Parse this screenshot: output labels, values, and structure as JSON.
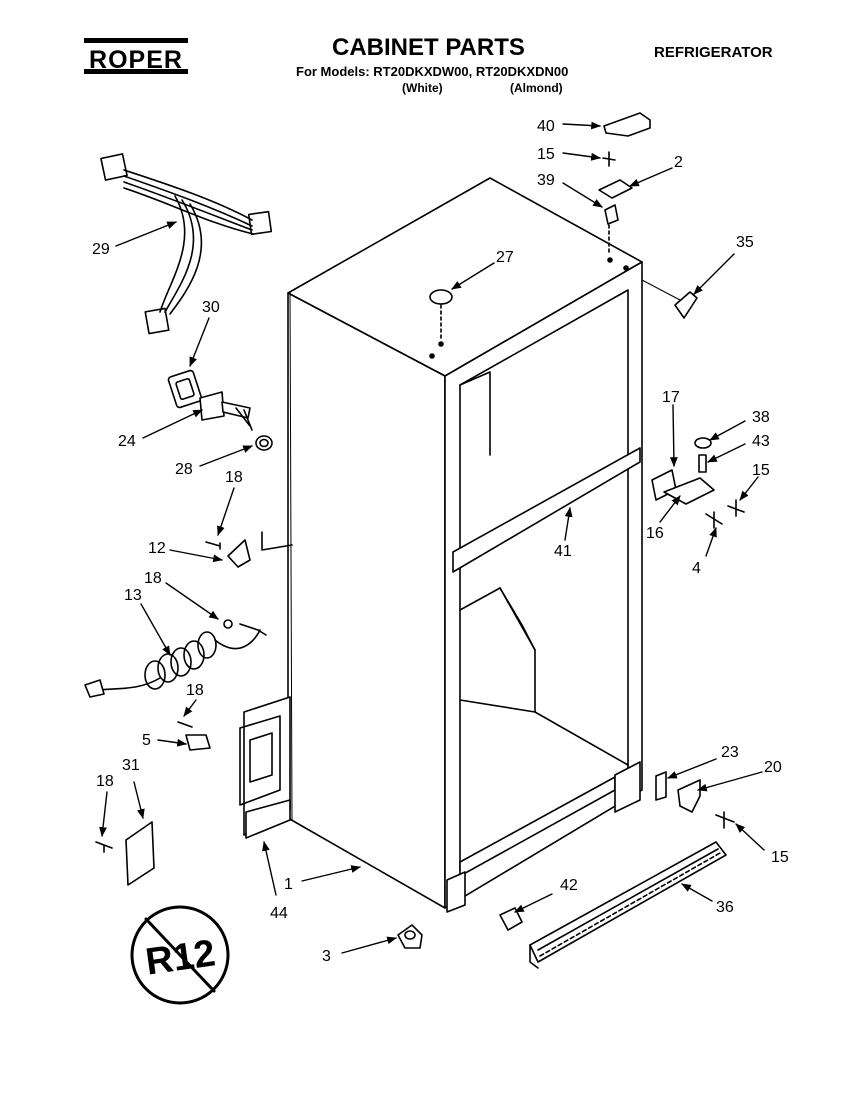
{
  "header": {
    "brand": "ROPER",
    "title": "CABINET PARTS",
    "models_line": "For Models: RT20DKXDW00, RT20DKXDN00",
    "variant_white": "(White)",
    "variant_almond": "(Almond)",
    "doc_type": "REFRIGERATOR"
  },
  "badge": {
    "label": "R12",
    "meaning": "no-r12-refrigerant-symbol"
  },
  "callouts": [
    {
      "id": "c40",
      "label": "40"
    },
    {
      "id": "c15a",
      "label": "15"
    },
    {
      "id": "c2",
      "label": "2"
    },
    {
      "id": "c39",
      "label": "39"
    },
    {
      "id": "c35",
      "label": "35"
    },
    {
      "id": "c27",
      "label": "27"
    },
    {
      "id": "c29",
      "label": "29"
    },
    {
      "id": "c30",
      "label": "30"
    },
    {
      "id": "c24",
      "label": "24"
    },
    {
      "id": "c28",
      "label": "28"
    },
    {
      "id": "c18a",
      "label": "18"
    },
    {
      "id": "c12",
      "label": "12"
    },
    {
      "id": "c18b",
      "label": "18"
    },
    {
      "id": "c13",
      "label": "13"
    },
    {
      "id": "c18c",
      "label": "18"
    },
    {
      "id": "c5",
      "label": "5"
    },
    {
      "id": "c18d",
      "label": "18"
    },
    {
      "id": "c31",
      "label": "31"
    },
    {
      "id": "c17",
      "label": "17"
    },
    {
      "id": "c38",
      "label": "38"
    },
    {
      "id": "c43",
      "label": "43"
    },
    {
      "id": "c15b",
      "label": "15"
    },
    {
      "id": "c16",
      "label": "16"
    },
    {
      "id": "c41",
      "label": "41"
    },
    {
      "id": "c4",
      "label": "4"
    },
    {
      "id": "c23",
      "label": "23"
    },
    {
      "id": "c20",
      "label": "20"
    },
    {
      "id": "c15c",
      "label": "15"
    },
    {
      "id": "c42",
      "label": "42"
    },
    {
      "id": "c36",
      "label": "36"
    },
    {
      "id": "c1",
      "label": "1"
    },
    {
      "id": "c44",
      "label": "44"
    },
    {
      "id": "c3",
      "label": "3"
    }
  ]
}
